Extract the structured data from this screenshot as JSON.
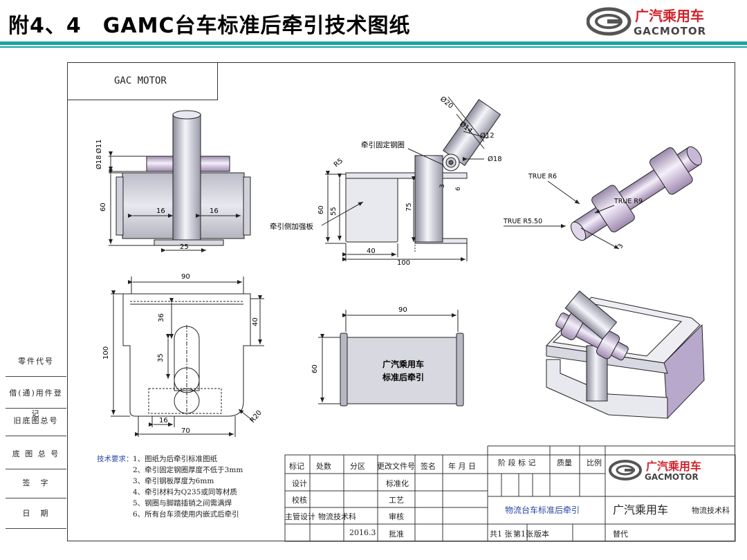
{
  "header": {
    "title": "附4、4　GAMC台车标准后牵引技术图纸",
    "logo_cn": "广汽乘用车",
    "logo_en": "GACMOTOR",
    "accent_color": "#17a3a3",
    "logo_red": "#d2222a"
  },
  "drawing": {
    "company_box": "GAC MOTOR",
    "top_view": {
      "dims": [
        "Ø18",
        "Ø11",
        "16",
        "16",
        "60",
        "25"
      ]
    },
    "side_view": {
      "dims": [
        "Ø20",
        "Ø14",
        "Ø12",
        "Ø18",
        "R5",
        "60",
        "55",
        "75",
        "40",
        "100",
        "3",
        "6"
      ],
      "labels": [
        "牵引固定钢圈",
        "牵引侧加强板"
      ]
    },
    "iso_pin": {
      "labels": [
        "TRUE R6",
        "TRUE R9",
        "TRUE R5.50",
        "3"
      ]
    },
    "front_view": {
      "dims": [
        "90",
        "36",
        "40",
        "100",
        "35",
        "16",
        "70",
        "R20"
      ]
    },
    "plate_view": {
      "dims": [
        "90",
        "60"
      ],
      "plate_text_1": "广汽乘用车",
      "plate_text_2": "标准后牵引"
    }
  },
  "sidebar": {
    "items": [
      "零件代号",
      "借(通)用件登记",
      "旧底图总号",
      "底 图 总 号",
      "签　字",
      "日　期"
    ]
  },
  "tech_requirements": {
    "title": "技术要求：",
    "lines": [
      "1、图纸为后牵引标准图纸",
      "2、牵引固定钢圈厚度不低于3mm",
      "3、牵引钢板厚度为6mm",
      "4、牵引材料为Q235或同等材质",
      "5、钢圈与脚踏插销之间需满焊",
      "6、所有台车须使用内嵌式后牵引"
    ]
  },
  "title_block": {
    "headers": [
      "标记",
      "处数",
      "分区",
      "更改文件号",
      "签名",
      "年 月 日"
    ],
    "rows": [
      {
        "label": "设计",
        "col": "标准化"
      },
      {
        "label": "校核",
        "col": "工艺"
      },
      {
        "label": "主管设计",
        "dept": "物流技术科",
        "col": "审核"
      },
      {
        "label": "",
        "date": "2016.3",
        "col": "批准"
      }
    ],
    "stage_headers": [
      "阶 段 标 记",
      "质量",
      "比例"
    ],
    "drawing_name": "物流台车标准后牵引",
    "company": "广汽乘用车",
    "dept": "物流技术科",
    "footer": [
      "共1 张",
      "第1张",
      "版本",
      "替代"
    ]
  }
}
